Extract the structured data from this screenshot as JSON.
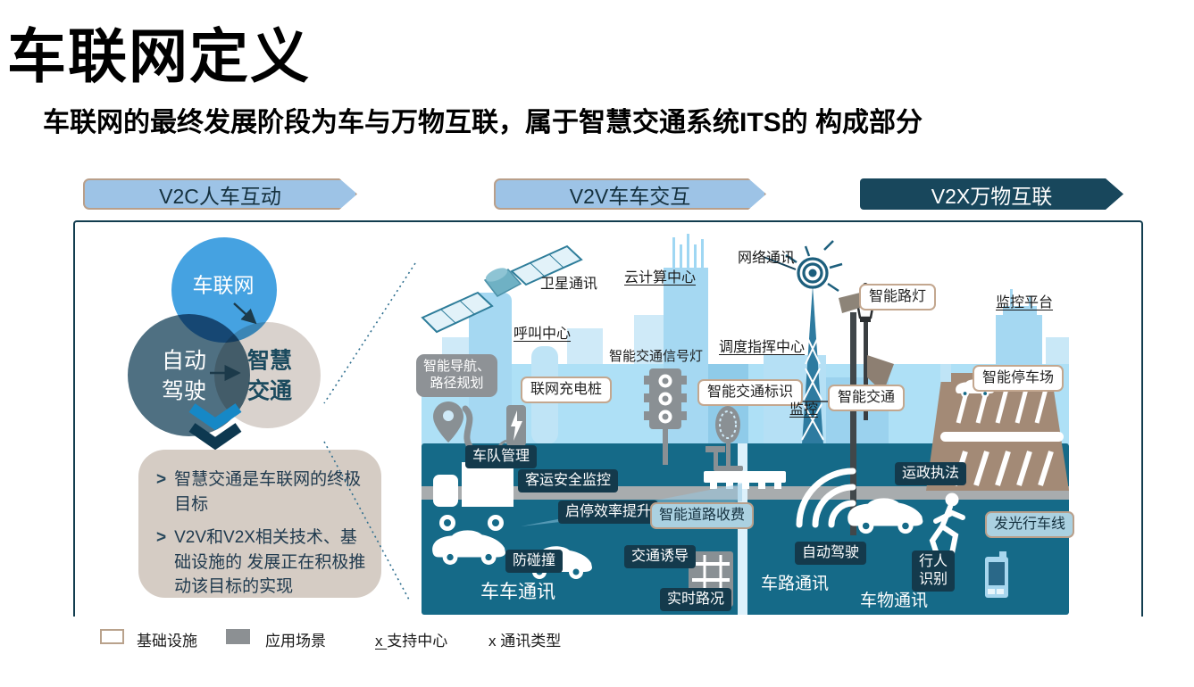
{
  "title": "车联网定义",
  "subtitle": "车联网的最终发展阶段为车与万物互联，属于智慧交通系统ITS的 构成部分",
  "banners": [
    {
      "label": "V2C人车互动"
    },
    {
      "label": "V2V车车交互"
    },
    {
      "label": "V2X万物互联"
    }
  ],
  "venn": {
    "top": "车联网",
    "left": "自动\n驾驶",
    "right": "智慧\n交通"
  },
  "notes": [
    {
      "marker": ">",
      "text": "智慧交通是车联网的终极目标"
    },
    {
      "marker": ">",
      "text": "V2V和V2X相关技术、基础设施的 发展正在积极推 动该目标的实现"
    }
  ],
  "city_labels": [
    {
      "text": "卫星通讯"
    },
    {
      "text": "云计算中心"
    },
    {
      "text": "网络通讯"
    },
    {
      "text": "呼叫中心"
    },
    {
      "text": "智能交通信号灯"
    },
    {
      "text": "调度指挥中心"
    },
    {
      "text": "智能路灯"
    },
    {
      "text": "监控平台"
    },
    {
      "text": "智能导航、\n路径规划"
    },
    {
      "text": "联网充电桩"
    },
    {
      "text": "智能交通标识"
    },
    {
      "text": "监控"
    },
    {
      "text": "智能交通"
    },
    {
      "text": "智能停车场"
    },
    {
      "text": "车队管理"
    },
    {
      "text": "客运安全监控"
    },
    {
      "text": "启停效率提升"
    },
    {
      "text": "智能道路收费"
    },
    {
      "text": "防碰撞"
    },
    {
      "text": "交通诱导"
    },
    {
      "text": "实时路况"
    },
    {
      "text": "车车通讯"
    },
    {
      "text": "运政执法"
    },
    {
      "text": "自动驾驶"
    },
    {
      "text": "行人\n识别"
    },
    {
      "text": "发光行车线"
    },
    {
      "text": "车路通讯"
    },
    {
      "text": "车物通讯"
    }
  ],
  "legend": {
    "infra": "基础设施",
    "app": "应用场景",
    "support_marker": "x",
    "support": "支持中心",
    "comm_marker": "x",
    "comm": "通讯类型"
  },
  "colors": {
    "banner_light": "#9dc3e6",
    "banner_dark": "#18475c",
    "road_teal": "#156a88",
    "badge_dark": "#143a4c",
    "skyline_blue": "#a5d8f2",
    "parking_tan": "#a38a76",
    "venn_blue": "#45a2e1",
    "venn_slate": "#4f7082",
    "venn_beige": "#d9d2cd"
  }
}
